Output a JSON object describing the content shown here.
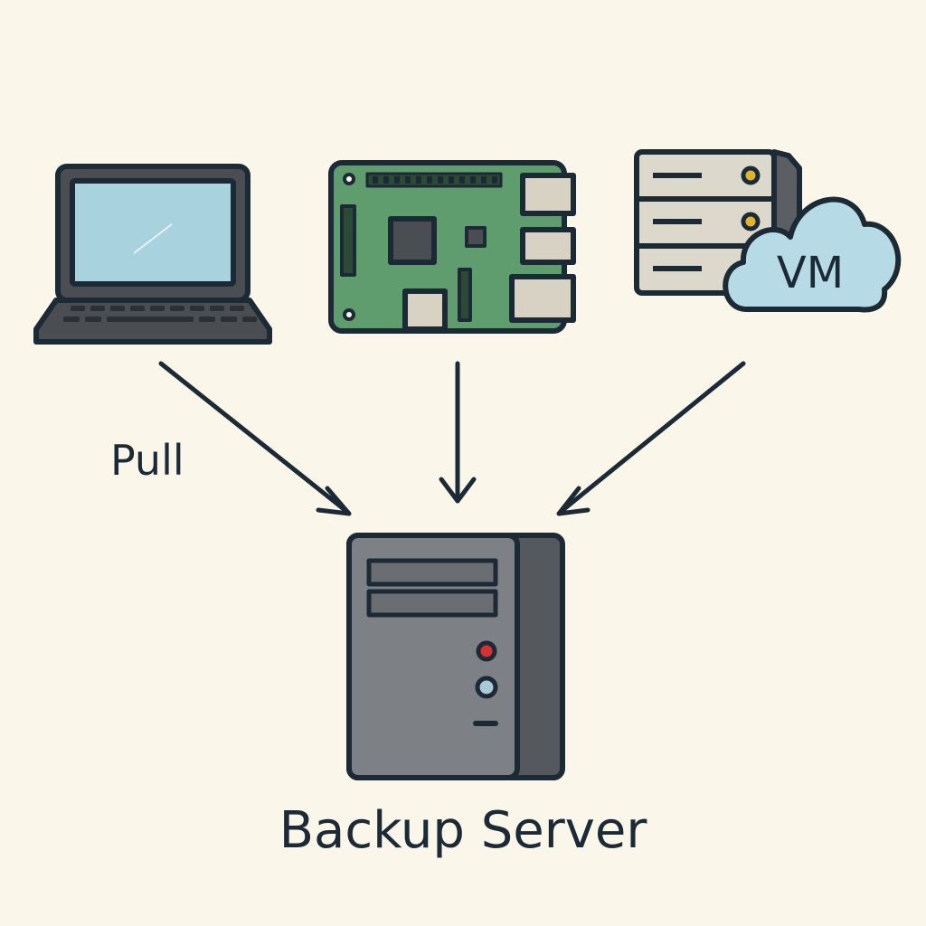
{
  "labels": {
    "pull": "Pull",
    "backup_server": "Backup Server",
    "vm": "VM"
  },
  "sources": [
    {
      "id": "laptop",
      "description_name": "laptop-icon"
    },
    {
      "id": "raspberry-pi",
      "description_name": "raspberry-pi-board-icon"
    },
    {
      "id": "server-vm",
      "description_name": "server-rack-vm-cloud-icon"
    }
  ],
  "colors": {
    "background": "#fbf6ea",
    "outline": "#1c2a36",
    "laptop_body": "#4a4d52",
    "laptop_screen": "#a9d2df",
    "board_green": "#5f9c6e",
    "chip_dark": "#4a4d52",
    "port_beige": "#d8d2c4",
    "rack_beige": "#dcd8cc",
    "led_yellow": "#e0b52e",
    "cloud_blue": "#b7dbe6",
    "tower_gray": "#7d8084",
    "tower_dark": "#55585c",
    "led_red": "#d8302f",
    "led_blue": "#a9c9d6"
  }
}
